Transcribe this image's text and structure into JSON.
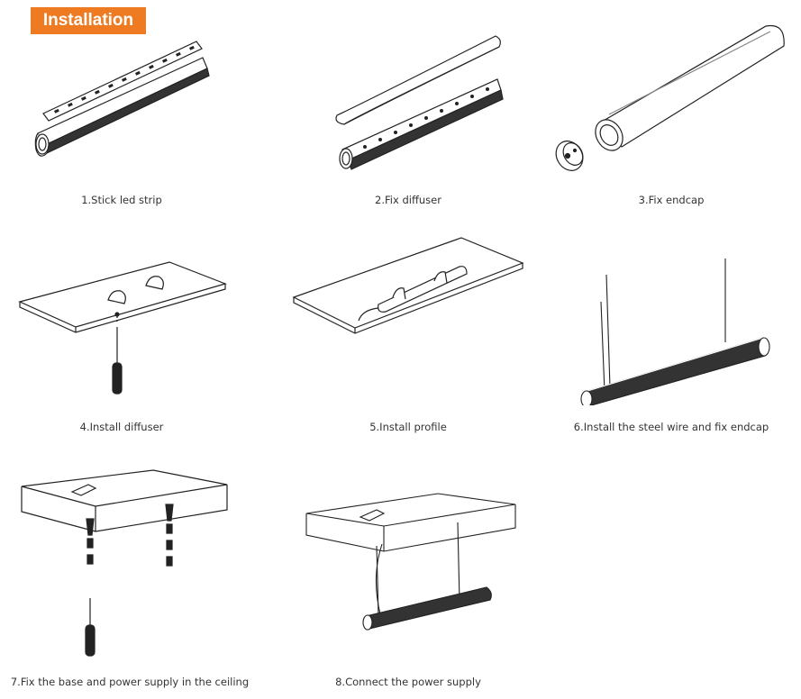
{
  "header": {
    "title": "Installation",
    "accent_color": "#ee7b22"
  },
  "steps": [
    {
      "caption": "1.Stick led strip"
    },
    {
      "caption": "2.Fix diffuser"
    },
    {
      "caption": "3.Fix endcap"
    },
    {
      "caption": "4.Install diffuser"
    },
    {
      "caption": "5.Install profile"
    },
    {
      "caption": "6.Install the steel wire and fix endcap"
    },
    {
      "caption": "7.Fix the base and power supply in the ceiling"
    },
    {
      "caption": "8.Connect the power supply"
    }
  ]
}
